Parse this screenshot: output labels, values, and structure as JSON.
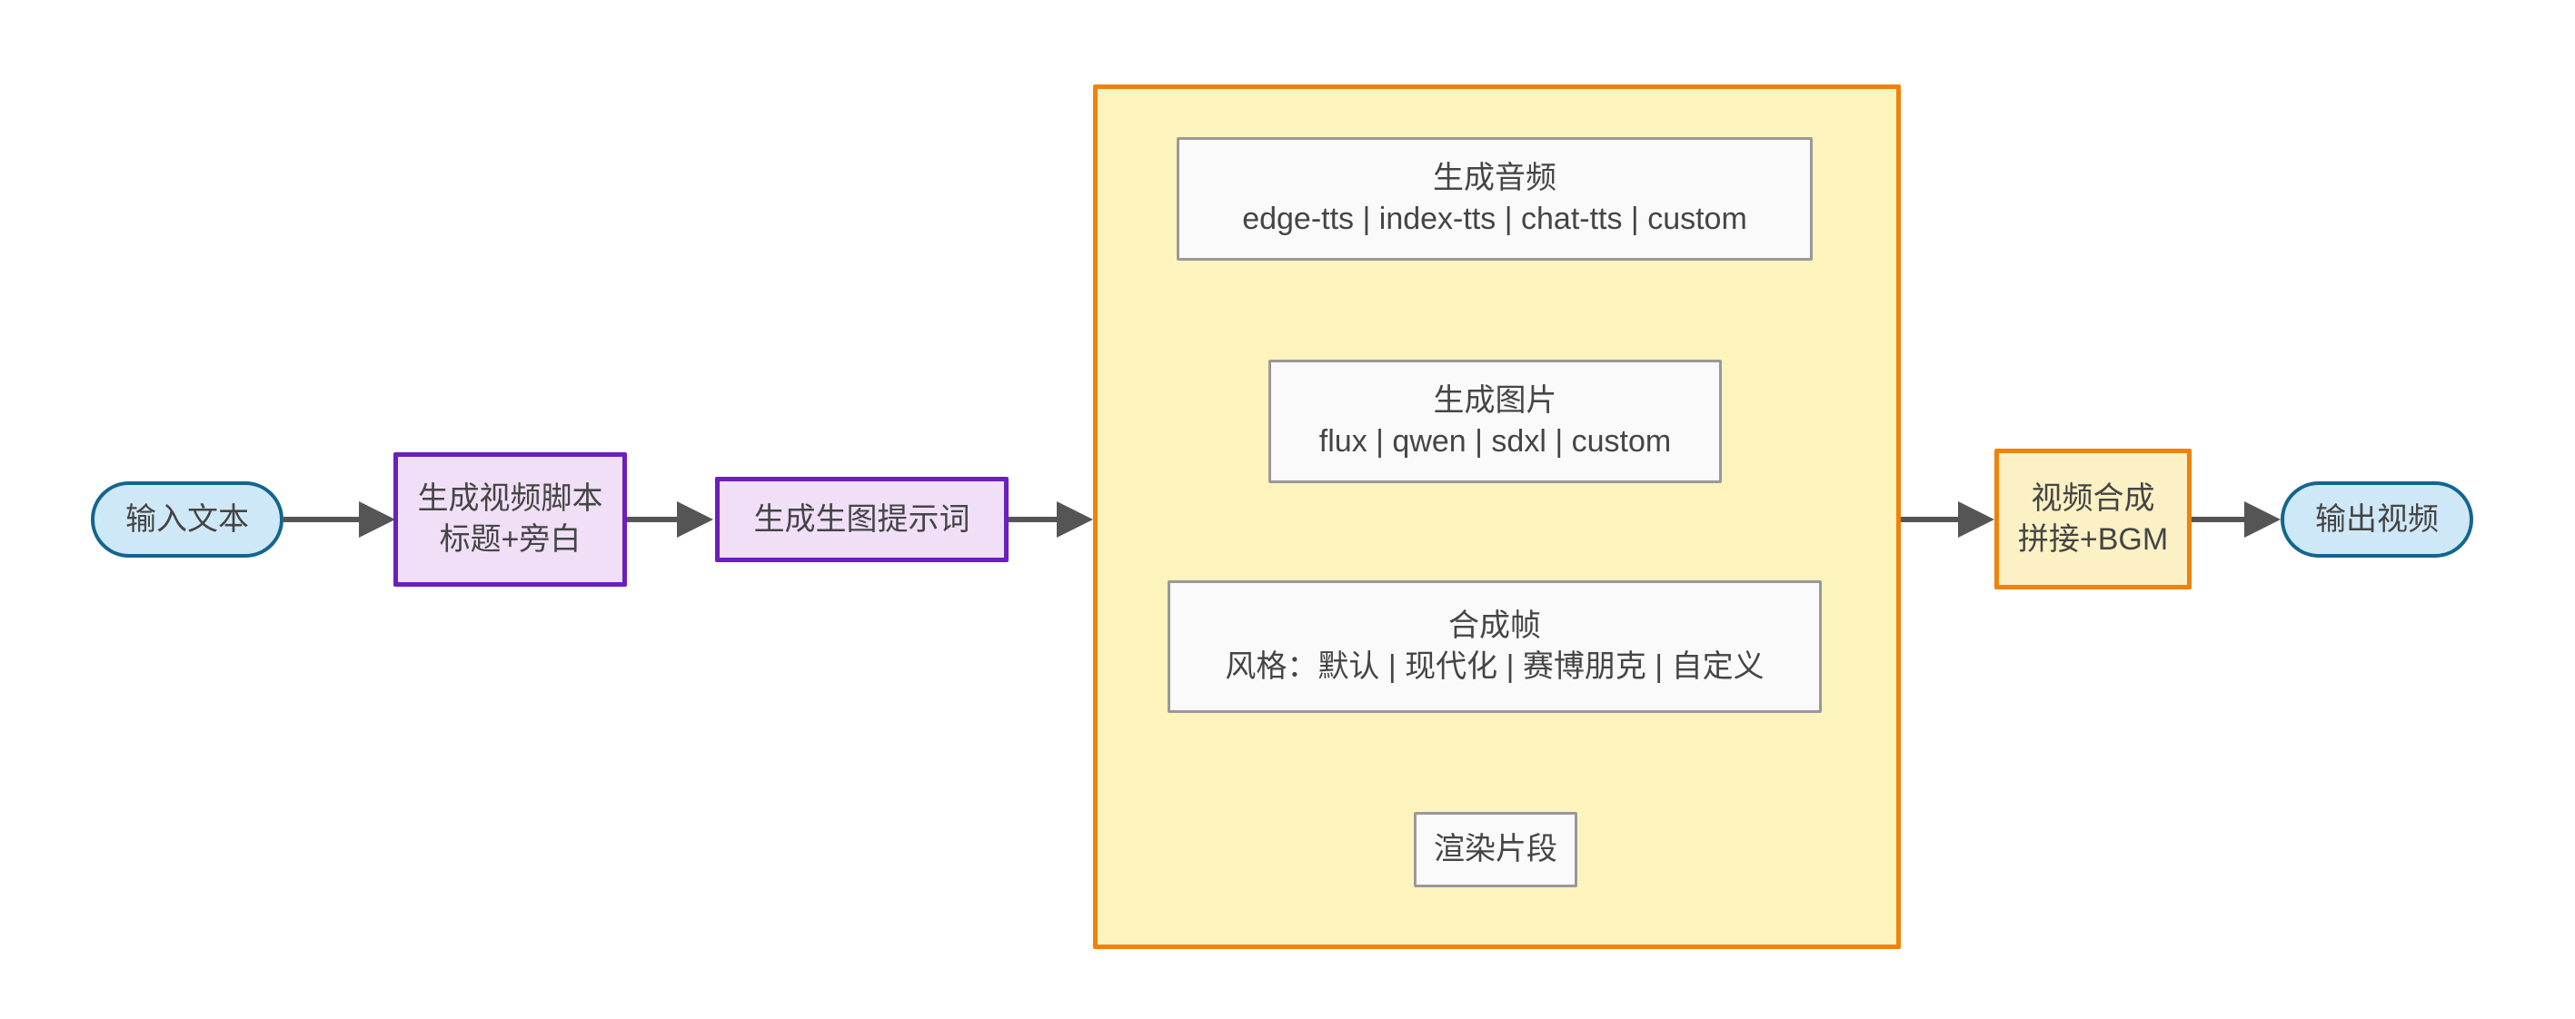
{
  "diagram": {
    "type": "flowchart",
    "orientation": "left-to-right",
    "title": "",
    "background": "#ffffff",
    "colors": {
      "terminator_fill": "#cfe8f8",
      "terminator_stroke": "#13658f",
      "purple_fill": "#f0dff7",
      "purple_stroke": "#6b1fbb",
      "orange_fill": "#fcf1c4",
      "orange_stroke": "#f0820c",
      "plain_fill": "#fafafa",
      "plain_stroke": "#999999",
      "subgraph_fill": "#fdf3bd",
      "subgraph_stroke": "#f0820c",
      "edge_stroke": "#555555",
      "text": "#454545"
    }
  },
  "nodes": {
    "input_text": {
      "id": "input_text",
      "shape": "stadium",
      "label": "输入文本"
    },
    "gen_script": {
      "id": "gen_script",
      "shape": "rect",
      "line1": "生成视频脚本",
      "line2": "标题+旁白"
    },
    "gen_prompt": {
      "id": "gen_prompt",
      "shape": "rect",
      "label": "生成生图提示词"
    },
    "gen_audio": {
      "id": "gen_audio",
      "shape": "rect",
      "line1": "生成音频",
      "line2": "edge-tts | index-tts | chat-tts | custom"
    },
    "gen_image": {
      "id": "gen_image",
      "shape": "rect",
      "line1": "生成图片",
      "line2": "flux | qwen | sdxl | custom"
    },
    "compose_frame": {
      "id": "compose_frame",
      "shape": "rect",
      "line1": "合成帧",
      "line2": "风格：默认 | 现代化 | 赛博朋克 | 自定义"
    },
    "render_clip": {
      "id": "render_clip",
      "shape": "rect",
      "label": "渲染片段"
    },
    "video_merge": {
      "id": "video_merge",
      "shape": "rect",
      "line1": "视频合成",
      "line2": "拼接+BGM"
    },
    "output_video": {
      "id": "output_video",
      "shape": "stadium",
      "label": "输出视频"
    }
  },
  "subgraph": {
    "id": "clip_pipeline",
    "label": "",
    "contains": [
      "gen_audio",
      "gen_image",
      "compose_frame",
      "render_clip"
    ]
  },
  "edges": [
    {
      "from": "input_text",
      "to": "gen_script",
      "label": "",
      "direction": "right"
    },
    {
      "from": "gen_script",
      "to": "gen_prompt",
      "label": "",
      "direction": "right"
    },
    {
      "from": "gen_prompt",
      "to": "clip_pipeline",
      "label": "",
      "direction": "right"
    },
    {
      "from": "gen_audio",
      "to": "gen_image",
      "label": "",
      "direction": "down"
    },
    {
      "from": "gen_image",
      "to": "compose_frame",
      "label": "",
      "direction": "down"
    },
    {
      "from": "compose_frame",
      "to": "render_clip",
      "label": "",
      "direction": "down"
    },
    {
      "from": "clip_pipeline",
      "to": "video_merge",
      "label": "",
      "direction": "right"
    },
    {
      "from": "video_merge",
      "to": "output_video",
      "label": "",
      "direction": "right"
    }
  ]
}
